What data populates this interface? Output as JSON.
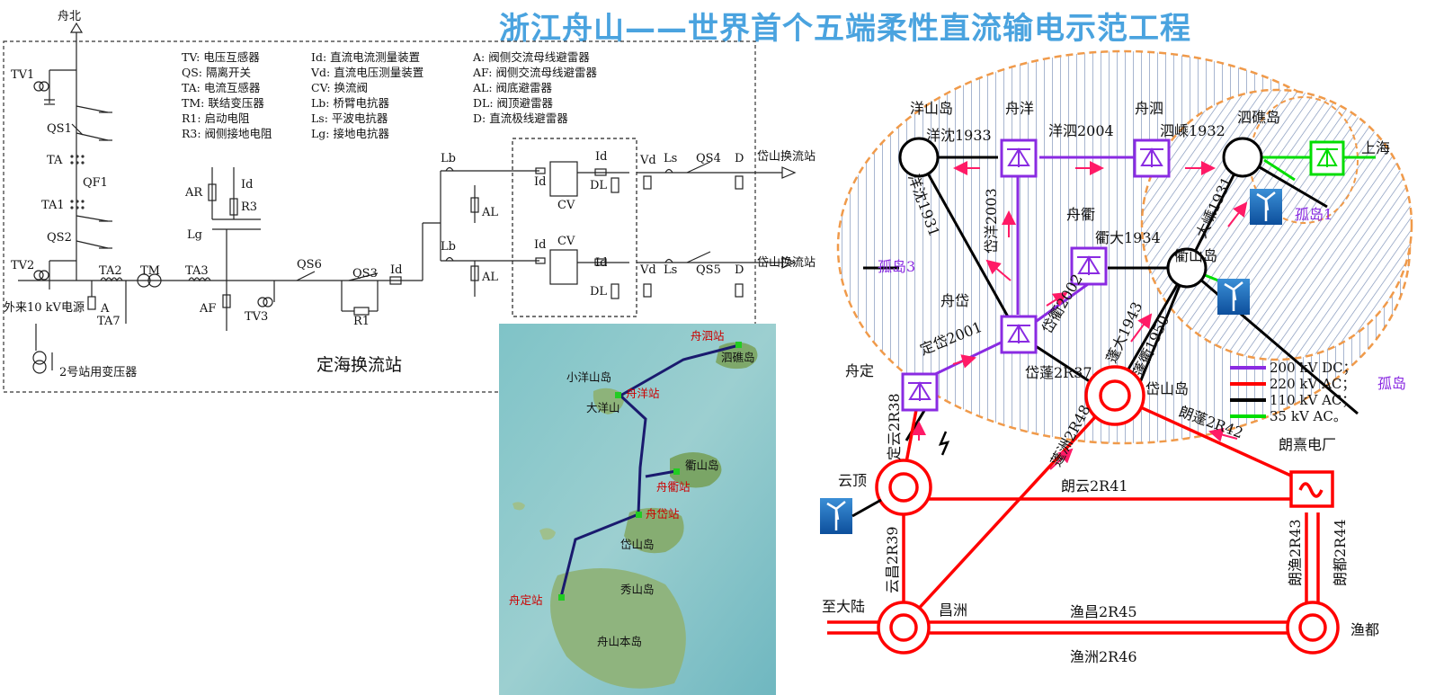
{
  "title": "浙江舟山——世界首个五端柔性直流输电示范工程",
  "schematic": {
    "station_title": "定海换流站",
    "top_node": "舟北",
    "external_power": "外来10 kV电源",
    "aux_transformer": "2号站用变压器",
    "legend_col1": [
      "TV: 电压互感器",
      "QS: 隔离开关",
      "TA: 电流互感器",
      "TM: 联结变压器",
      "R1: 启动电阻",
      "R3: 阀侧接地电阻"
    ],
    "legend_col2": [
      "Id: 直流电流测量装置",
      "Vd: 直流电压测量装置",
      "CV: 换流阀",
      "Lb: 桥臂电抗器",
      "Ls: 平波电抗器",
      "Lg: 接地电抗器"
    ],
    "legend_col3": [
      "A: 阀侧交流母线避雷器",
      "AF: 阀侧交流母线避雷器",
      "AL: 阀底避雷器",
      "DL: 阀顶避雷器",
      "D: 直流极线避雷器"
    ],
    "labels": {
      "tv1": "TV1",
      "qs1": "QS1",
      "ta": "TA",
      "qf1": "QF1",
      "ta1": "TA1",
      "qs2": "QS2",
      "tv2": "TV2",
      "ta2": "TA2",
      "tm": "TM",
      "ta3": "TA3",
      "a": "A",
      "ta7": "TA7",
      "af": "AF",
      "tv3": "TV3",
      "ar": "AR",
      "id": "Id",
      "r3": "R3",
      "lg": "Lg",
      "qs6": "QS6",
      "qs3": "QS3",
      "r1": "R1",
      "lb": "Lb",
      "al": "AL",
      "cv": "CV",
      "dl": "DL",
      "vd": "Vd",
      "ls": "Ls",
      "qs4": "QS4",
      "qs5": "QS5",
      "d": "D"
    },
    "outputs": [
      "岱山换流站",
      "岱山换流站"
    ]
  },
  "map": {
    "sites": [
      {
        "name": "舟泗站",
        "kind": "station"
      },
      {
        "name": "泗礁岛",
        "kind": "island"
      },
      {
        "name": "小洋山岛",
        "kind": "island"
      },
      {
        "name": "舟洋站",
        "kind": "station"
      },
      {
        "name": "大洋山",
        "kind": "island"
      },
      {
        "name": "衢山岛",
        "kind": "island"
      },
      {
        "name": "舟衢站",
        "kind": "station"
      },
      {
        "name": "舟岱站",
        "kind": "station"
      },
      {
        "name": "岱山岛",
        "kind": "island"
      },
      {
        "name": "秀山岛",
        "kind": "island"
      },
      {
        "name": "舟定站",
        "kind": "station"
      },
      {
        "name": "舟山本岛",
        "kind": "island"
      }
    ]
  },
  "network": {
    "nodes": {
      "yangshan": "洋山岛",
      "zhouyang": "舟洋",
      "zhousi": "舟泗",
      "sijiao": "泗礁岛",
      "shanghai": "上海",
      "gudao1": "孤岛1",
      "zhouqu": "舟衢",
      "qushan": "衢山岛",
      "gudao3": "孤岛3",
      "zhoudai": "舟岱",
      "zhouding": "舟定",
      "daishan": "岱山岛",
      "gudao": "孤岛",
      "langxi": "朗熹电厂",
      "yunding": "云顶",
      "changzhou": "昌洲",
      "yudu": "渔都",
      "mainland": "至大陆"
    },
    "lines": {
      "l1933": "洋沈1933",
      "l2004": "洋泗2004",
      "l1932": "泗嵊1932",
      "l1931a": "洋沈1931",
      "l2003": "岱洋2003",
      "l1931b": "大嵊1931",
      "l1934": "衢大1934",
      "l2002": "岱衢2002",
      "l1943": "蓬大1943",
      "l1950": "蓬衢1950",
      "l2001": "定岱2001",
      "l2r37": "岱蓬2R37",
      "l2r48": "蓬洲2R48",
      "l2r42": "朗蓬2R42",
      "l2r38": "定云2R38",
      "l2r41": "朗云2R41",
      "l2r39": "云昌2R39",
      "l2r43": "朗渔2R43",
      "l2r44": "朗都2R44",
      "l2r45": "渔昌2R45",
      "l2r46": "渔洲2R46"
    },
    "legend": [
      {
        "label": "200 kV DC；",
        "color": "#8a2be2"
      },
      {
        "label": "220 kV AC；",
        "color": "#ff0000"
      },
      {
        "label": "110 kV AC；",
        "color": "#000000"
      },
      {
        "label": "35 kV AC。",
        "color": "#00dd00"
      }
    ]
  },
  "colors": {
    "title": "#4aa3df",
    "dc": "#8a2be2",
    "ac220": "#ff0000",
    "ac110": "#000000",
    "ac35": "#00dd00",
    "flow": "#ff1a66",
    "zone": "#f09a4a",
    "station_text": "#cc0000",
    "route": "#1a1a6e"
  }
}
